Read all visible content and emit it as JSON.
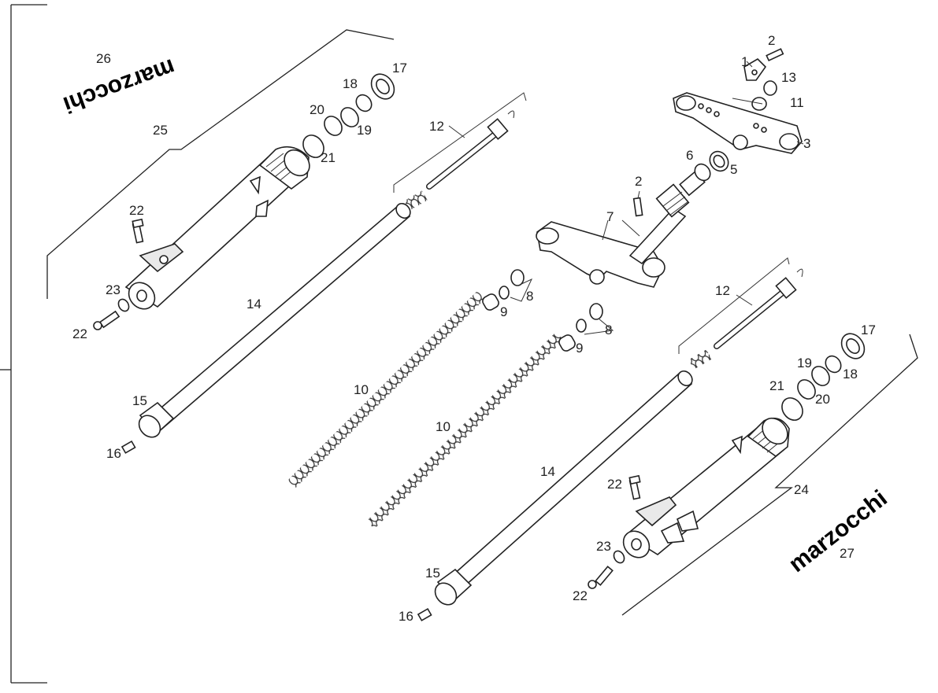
{
  "brand_labels": {
    "top_left": "marzocchi",
    "bottom_right": "marzocchi"
  },
  "callouts": {
    "c1": "1",
    "c2a": "2",
    "c2b": "2",
    "c3": "3",
    "c5": "5",
    "c6": "6",
    "c7": "7",
    "c8a": "8",
    "c8b": "8",
    "c9a": "9",
    "c9b": "9",
    "c10a": "10",
    "c10b": "10",
    "c11": "11",
    "c12a": "12",
    "c12b": "12",
    "c13": "13",
    "c14a": "14",
    "c14b": "14",
    "c15a": "15",
    "c15b": "15",
    "c16a": "16",
    "c16b": "16",
    "c17a": "17",
    "c17b": "17",
    "c18a": "18",
    "c18b": "18",
    "c19a": "19",
    "c19b": "19",
    "c20a": "20",
    "c20b": "20",
    "c21a": "21",
    "c21b": "21",
    "c22a": "22",
    "c22b": "22",
    "c22c": "22",
    "c22d": "22",
    "c23a": "23",
    "c23b": "23",
    "c24": "24",
    "c25": "25",
    "c26": "26",
    "c27": "27"
  }
}
